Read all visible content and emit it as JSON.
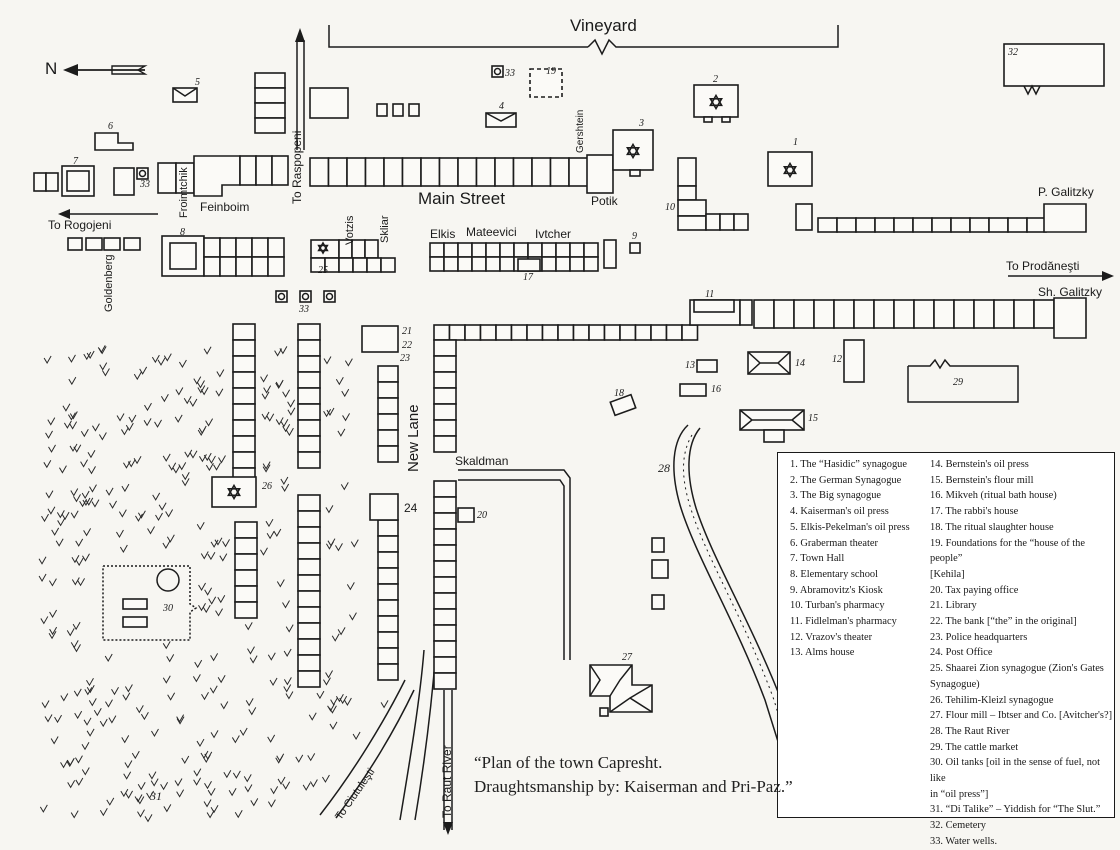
{
  "map": {
    "caption_line1": "“Plan of the town Capresht.",
    "caption_line2": "Draughtsmanship by: Kaiserman and Pri-Paz.”",
    "north_label": "N",
    "streets": {
      "main_street": "Main Street",
      "new_lane": "New Lane",
      "vineyard": "Vineyard",
      "to_raspopeni": "To Raspopeni",
      "to_rogojeni": "To Rogojeni",
      "to_prodanesti": "To Prodăneşti",
      "to_ciutulesti": "To Ciutuleşti",
      "to_raut_river": "To Raut River"
    },
    "names": {
      "froimtchik": "Froimtchik",
      "feinboim": "Feinboim",
      "goldenberg": "Goldenberg",
      "votzis": "Votzis",
      "skliar": "Skliar",
      "elkis": "Elkis",
      "mateevici": "Mateevici",
      "ivtcher": "Ivtcher",
      "gershtein": "Gershtein",
      "potik": "Potik",
      "p_galitzky": "P. Galitzky",
      "sh_galitzky": "Sh. Galitzky",
      "skaldman": "Skaldman"
    },
    "numbers": {
      "n1": "1",
      "n2": "2",
      "n3": "3",
      "n4": "4",
      "n5": "5",
      "n6": "6",
      "n7": "7",
      "n8": "8",
      "n9": "9",
      "n10": "10",
      "n11": "11",
      "n12": "12",
      "n13": "13",
      "n14": "14",
      "n15": "15",
      "n16": "16",
      "n17": "17",
      "n18": "18",
      "n19": "19",
      "n20": "20",
      "n21": "21",
      "n22": "22",
      "n23": "23",
      "n24": "24",
      "n25": "25",
      "n26": "26",
      "n27": "27",
      "n28": "28",
      "n29": "29",
      "n30": "30",
      "n31": "31",
      "n32": "32",
      "n33a": "33",
      "n33b": "33",
      "n33c": "33"
    }
  },
  "legend": {
    "col1": [
      "1. The “Hasidic” synagogue",
      "2. The German Synagogue",
      "3. The Big synagogue",
      "4. Kaiserman's oil press",
      "5. Elkis-Pekelman's oil press",
      "6. Graberman theater",
      "7. Town Hall",
      "8. Elementary school",
      "9. Abramovitz's Kiosk",
      "10. Turban's pharmacy",
      "11. Fidlelman's pharmacy",
      "12. Vrazov's theater",
      "13. Alms house"
    ],
    "col2": [
      "14. Bernstein's oil press",
      "15. Bernstein's flour mill",
      "16. Mikveh (ritual bath house)",
      "17. The rabbi's house",
      "18. The ritual slaughter house",
      "19. Foundations for the “house of the people”",
      "[Kehila]",
      "20. Tax paying office",
      "21. Library",
      "22. The bank [“the” in the original]",
      "23. Police headquarters",
      "24. Post Office",
      "25. Shaarei Zion synagogue (Zion's Gates",
      "Synagogue)",
      "26. Tehilim-Kleizl synagogue",
      "27. Flour mill – Ibtser and Co. [Avitcher's?]",
      "28. The Raut River",
      "29. The cattle market",
      "30. Oil tanks [oil in the sense of fuel, not like",
      "in “oil press”]",
      "31. “Di Talike” – Yiddish for “The Slut.”",
      "32. Cemetery",
      "33. Water wells."
    ]
  },
  "icons": {
    "north_arrow": "arrow-left-icon",
    "synagogue": "star-of-david-icon",
    "well": "well-icon",
    "vegetation": "grass-tuft-icon"
  },
  "colors": {
    "ink": "#1c1c1c",
    "paper": "#f7f6f2"
  }
}
